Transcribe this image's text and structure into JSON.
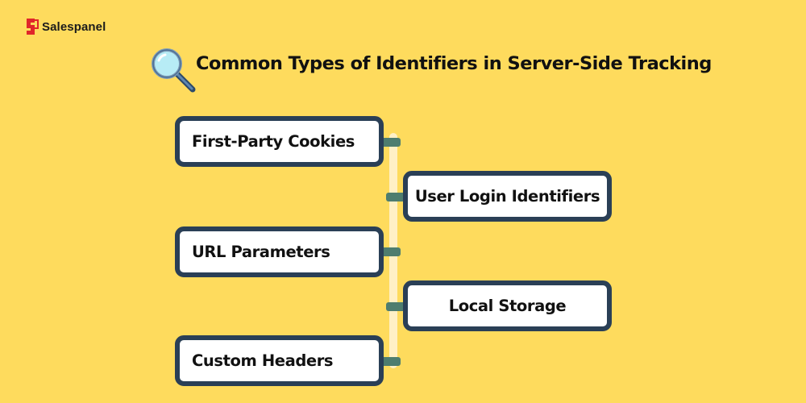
{
  "brand": {
    "name": "Salespanel",
    "color": "#e0262a"
  },
  "title": "Common Types of Identifiers in Server-Side Tracking",
  "colors": {
    "background": "#fedb5d",
    "card_border": "#2a3f56",
    "connector": "#4e7d6f",
    "spine": "#fff0c6"
  },
  "identifiers": [
    {
      "label": "First-Party Cookies",
      "side": "left"
    },
    {
      "label": "User Login Identifiers",
      "side": "right"
    },
    {
      "label": "URL Parameters",
      "side": "left"
    },
    {
      "label": "Local Storage",
      "side": "right"
    },
    {
      "label": "Custom Headers",
      "side": "left"
    }
  ]
}
